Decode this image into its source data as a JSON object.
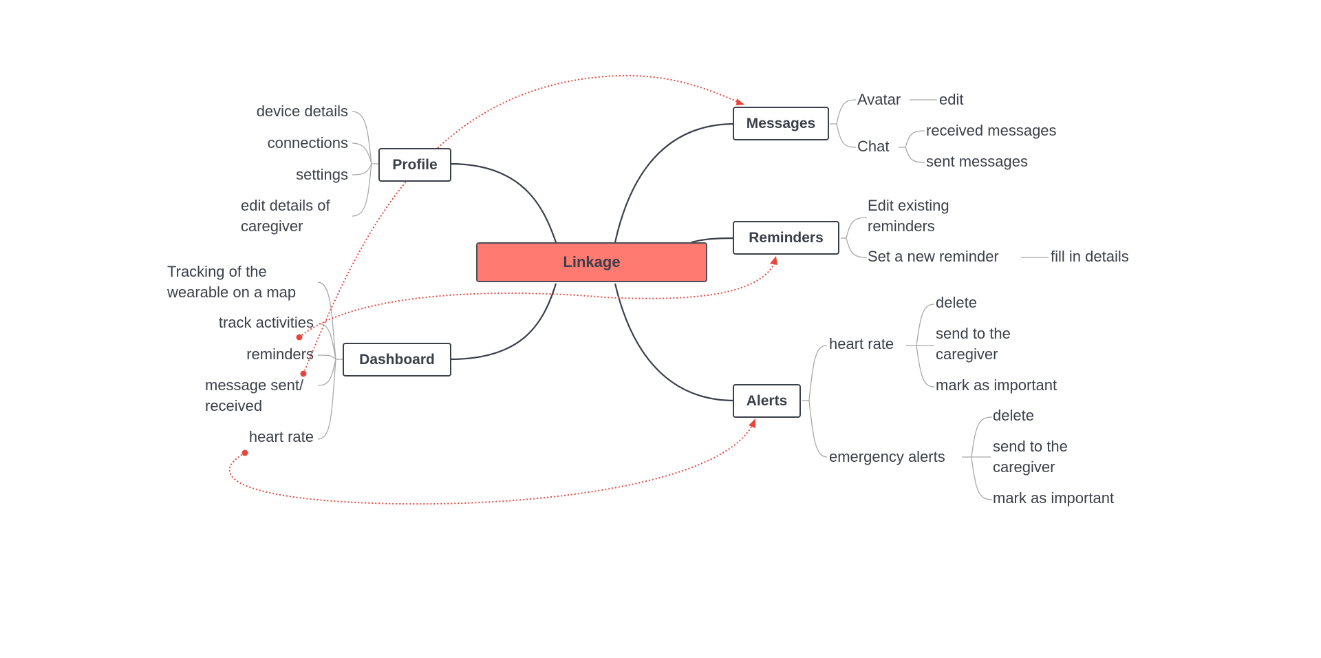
{
  "central": "Linkage",
  "topics": {
    "profile": "Profile",
    "dashboard": "Dashboard",
    "messages": "Messages",
    "reminders": "Reminders",
    "alerts": "Alerts"
  },
  "profile_items": [
    "device details",
    "connections",
    "settings",
    "edit details of\ncaregiver"
  ],
  "dashboard_items": [
    "Tracking of the\nwearable on a map",
    "track activities",
    "reminders",
    "message sent/\nreceived",
    "heart rate"
  ],
  "messages_items": {
    "avatar": "Avatar",
    "avatar_child": "edit",
    "chat": "Chat",
    "chat_children": [
      "received messages",
      "sent messages"
    ]
  },
  "reminders_items": {
    "edit": "Edit existing\nreminders",
    "set_new": "Set a new reminder",
    "set_new_child": "fill in details"
  },
  "alerts_items": {
    "heart_rate": "heart rate",
    "heart_rate_children": [
      "delete",
      "send to the\ncaregiver",
      "mark as important"
    ],
    "emergency": "emergency alerts",
    "emergency_children": [
      "delete",
      "send to the\ncaregiver",
      "mark as important"
    ]
  },
  "colors": {
    "central_fill": "#ff7a70",
    "relation_line": "#e8453c",
    "branch_line": "#3a3f49",
    "sub_line": "#a0a0a0"
  }
}
